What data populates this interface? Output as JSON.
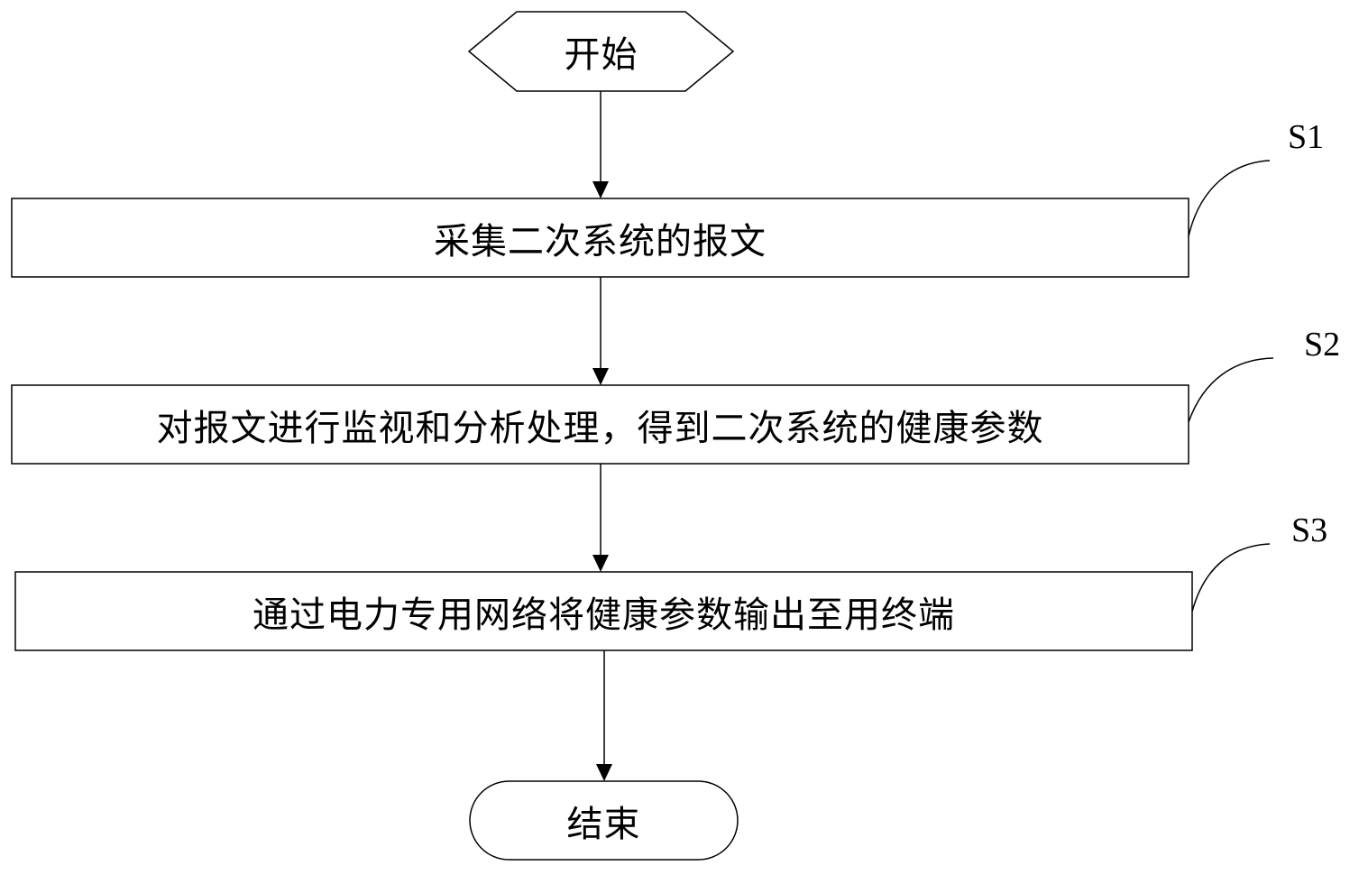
{
  "flowchart": {
    "start": {
      "label": "开始"
    },
    "steps": [
      {
        "id": "S1",
        "label": "采集二次系统的报文"
      },
      {
        "id": "S2",
        "label": "对报文进行监视和分析处理，得到二次系统的健康参数"
      },
      {
        "id": "S3",
        "label": "通过电力专用网络将健康参数输出至用终端"
      }
    ],
    "end": {
      "label": "结束"
    }
  },
  "colors": {
    "stroke": "#000000",
    "background": "#ffffff"
  }
}
